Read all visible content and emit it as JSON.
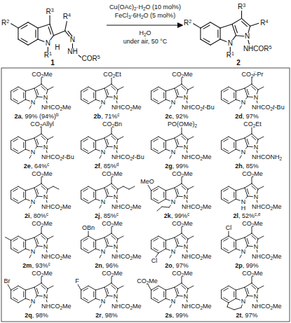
{
  "diagram": {
    "labels": [
      "R2",
      "R3",
      "R4",
      "N",
      "R1",
      "H",
      "N",
      "NH",
      "COR5",
      "1",
      "Cu(OAc)2·H2O (10 mol%)",
      "FeCl3·6H2O (5 mol%)",
      "H2O",
      "under air, 50 °C",
      "R2",
      "R3",
      "R4",
      "N",
      "R1",
      "N",
      "NHCOR5",
      "2",
      "CO2Me",
      "N",
      "N",
      "NHCO2Me",
      "2a, 99% (94%)b",
      "CO2Et",
      "N",
      "N",
      "NHCO2Me",
      "2b, 71%c",
      "CO2Me",
      "N",
      "N",
      "NHCO2t-Bu",
      "2c, 92%",
      "CO2i-Pr",
      "N",
      "N",
      "NHCO2t-Bu",
      "2d, 97%",
      "CO2Allyl",
      "N",
      "N",
      "NHCO2t-Bu",
      "2e, 64%c",
      "CO2Bn",
      "N",
      "N",
      "NHCO2t-Bu",
      "2f, 85%d",
      "PO(OMe)2",
      "N",
      "N",
      "NHCO2Me",
      "2g, 99%",
      "CO2Et",
      "N",
      "N",
      "NHCONH2",
      "2h, 85%",
      "CO2Me",
      "N",
      "N",
      "NHCO2Me",
      "2i, 80%c",
      "CO2Me",
      "N",
      "N",
      "NHCO2Me",
      "2j, 85%c",
      "CO2Me",
      "MeO",
      "N",
      "N",
      "NHCO2Me",
      "2k, 99%c",
      "CO2Me",
      "N",
      "H",
      "N",
      "NHCO2Me",
      "2l, 52%c,e",
      "CO2Me",
      "N",
      "N",
      "NHCO2Me",
      "2m, 93%c",
      "CO2Me",
      "OBn",
      "N",
      "N",
      "NHCO2Me",
      "2n, 96%",
      "CO2Me",
      "Cl",
      "N",
      "N",
      "NHCO2Me",
      "2o, 97%",
      "CO2Me",
      "Cl",
      "N",
      "N",
      "NHCO2Me",
      "2p, 99%",
      "CO2Me",
      "Br",
      "N",
      "N",
      "NHCO2Me",
      "2q, 98%",
      "CO2Me",
      "F",
      "N",
      "N",
      "NHCO2Me",
      "2r, 98%",
      "CO2Me",
      "CO2Me",
      "N",
      "N",
      "NHCO2Me",
      "2s, 99%",
      "CO2Me",
      "N",
      "N",
      "NHCO2Me",
      "2t, 97%"
    ]
  }
}
